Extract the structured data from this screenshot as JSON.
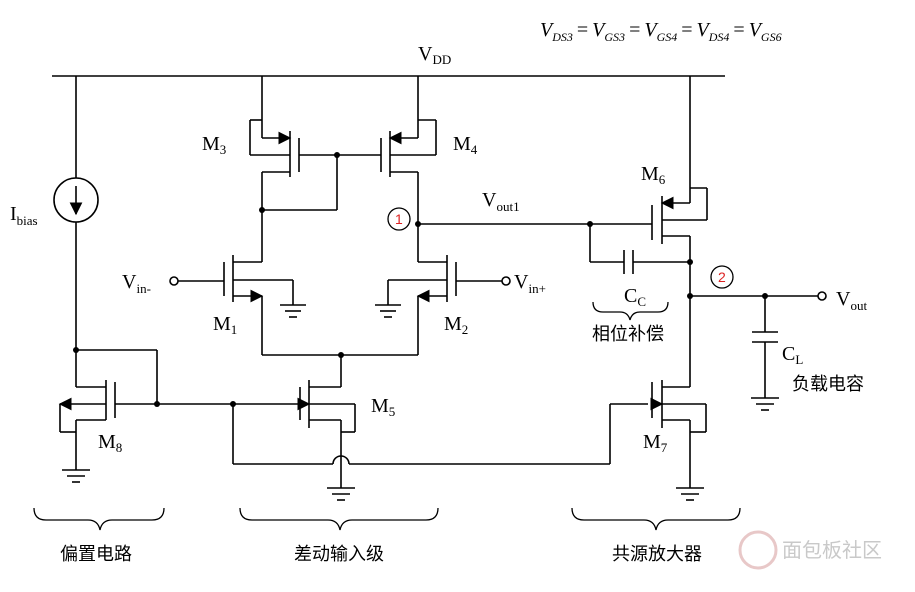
{
  "equation": {
    "v1": "V",
    "s1": "DS3",
    "v2": "V",
    "s2": "GS3",
    "v3": "V",
    "s3": "GS4",
    "v4": "V",
    "s4": "DS4",
    "v5": "V",
    "s5": "GS6",
    "eq": "="
  },
  "supply": {
    "main": "V",
    "sub": "DD"
  },
  "bias": {
    "main": "I",
    "sub": "bias"
  },
  "transistors": {
    "m1": {
      "main": "M",
      "sub": "1"
    },
    "m2": {
      "main": "M",
      "sub": "2"
    },
    "m3": {
      "main": "M",
      "sub": "3"
    },
    "m4": {
      "main": "M",
      "sub": "4"
    },
    "m5": {
      "main": "M",
      "sub": "5"
    },
    "m6": {
      "main": "M",
      "sub": "6"
    },
    "m7": {
      "main": "M",
      "sub": "7"
    },
    "m8": {
      "main": "M",
      "sub": "8"
    }
  },
  "inputs": {
    "vin_minus": {
      "main": "V",
      "sub": "in-"
    },
    "vin_plus": {
      "main": "V",
      "sub": "in+"
    }
  },
  "outputs": {
    "vout1": {
      "main": "V",
      "sub": "out1"
    },
    "vout": {
      "main": "V",
      "sub": "out"
    }
  },
  "capacitors": {
    "cc": {
      "main": "C",
      "sub": "C"
    },
    "cl": {
      "main": "C",
      "sub": "L"
    }
  },
  "nodes": {
    "n1": "1",
    "n2": "2"
  },
  "annotations": {
    "phase_comp": "相位补偿",
    "load_cap": "负载电容"
  },
  "sections": {
    "bias_circuit": "偏置电路",
    "diff_input": "差动输入级",
    "cs_amp": "共源放大器"
  },
  "watermark": "面包板社区",
  "colors": {
    "node_marker": "#dd2222",
    "wire": "#000000"
  }
}
